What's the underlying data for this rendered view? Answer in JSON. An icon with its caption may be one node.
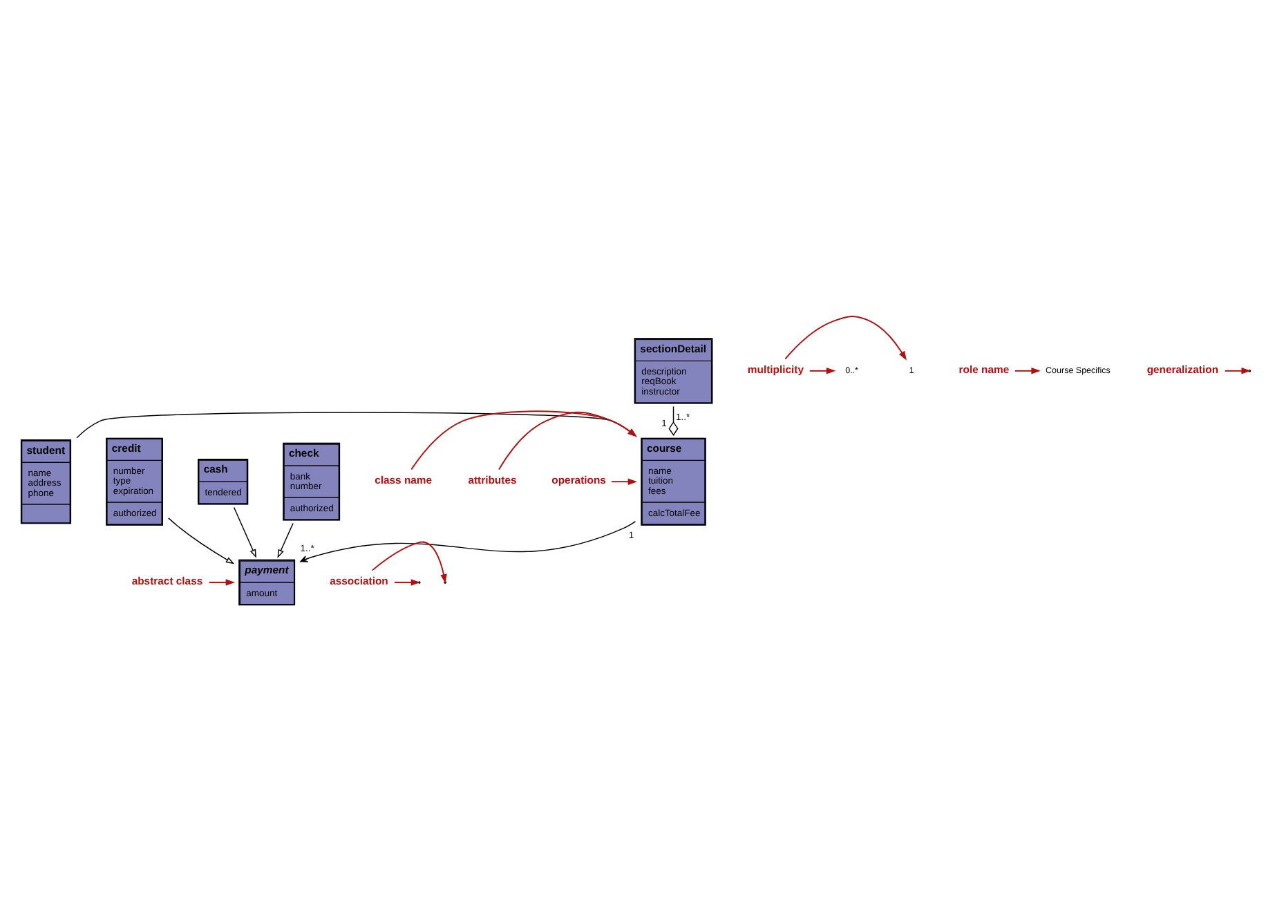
{
  "diagram": {
    "nodes": [
      {
        "text": [
          "student",
          "name address phone"
        ]
      },
      {
        "text": [
          "multiplicity"
        ]
      },
      {
        "text": [
          "course",
          "name tuition fees",
          "calcTotalFee"
        ]
      },
      {
        "text": [
          "class name"
        ]
      },
      {
        "text": [
          "1"
        ]
      },
      {
        "text": [
          "0..*"
        ]
      },
      {
        "text": [
          "attributes"
        ]
      },
      {
        "text": [
          "association"
        ]
      },
      {
        "text": [
          "operations"
        ]
      },
      {
        "text": [
          "payment",
          "amount"
        ]
      },
      {
        "text": [
          "abstract class"
        ]
      },
      {
        "text": [
          "role name"
        ]
      },
      {
        "text": [
          "Course Specifics"
        ]
      },
      {
        "text": [
          "generalization"
        ]
      },
      {
        "text": [
          "sectionDetail",
          "description reqBook instructor"
        ]
      },
      {
        "text": [
          "credit",
          "number type expiration",
          "authorized"
        ]
      },
      {
        "text": [
          "cash",
          "tendered"
        ]
      },
      {
        "text": [
          "check",
          "bank number",
          "authorized"
        ]
      }
    ],
    "edges": [
      {
        "from": 0,
        "to": 2,
        "arrow": "none",
        "color": "#000000"
      },
      {
        "from": 2,
        "to": 9,
        "arrow": "to",
        "color": "#000000"
      },
      {
        "from": 14,
        "to": 2,
        "arrow": "other",
        "color": "#000000"
      },
      {
        "from": 15,
        "to": 9,
        "arrow": "to",
        "color": "#000000"
      },
      {
        "from": 16,
        "to": 9,
        "arrow": "to",
        "color": "#000000"
      },
      {
        "from": 17,
        "to": 9,
        "arrow": "to",
        "color": "#000000"
      },
      {
        "from": 1,
        "to": 4,
        "arrow": "to"
      },
      {
        "from": 1,
        "to": 5,
        "arrow": "to"
      },
      {
        "from": 3,
        "to": 2,
        "arrow": "to"
      },
      {
        "from": 6,
        "to": 2,
        "arrow": "to"
      },
      {
        "from": 8,
        "to": 2,
        "arrow": "to"
      },
      {
        "from": 7,
        "to": null,
        "arrow": "to"
      },
      {
        "from": 7,
        "to": null,
        "arrow": "to"
      },
      {
        "from": 10,
        "to": 9,
        "arrow": "to"
      },
      {
        "from": 11,
        "to": 12,
        "arrow": "to"
      },
      {
        "from": 13,
        "to": null,
        "arrow": "to"
      }
    ],
    "labels": [
      "1..*",
      "1",
      "1",
      "1..*"
    ]
  }
}
